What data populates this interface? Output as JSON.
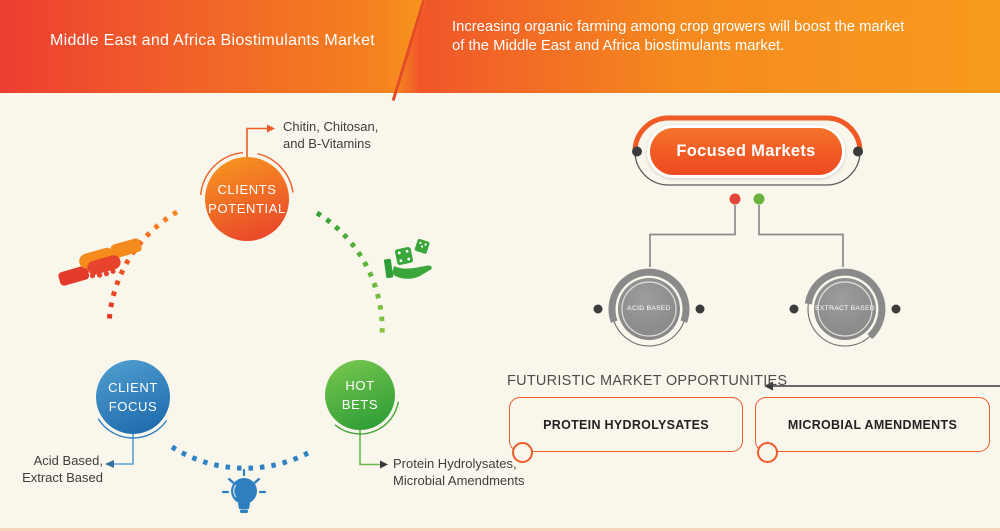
{
  "header": {
    "title": "Middle East and Africa Biostimulants Market",
    "subtitle": "Increasing organic farming among crop growers will boost the market of the Middle East and Africa biostimulants market."
  },
  "cycle": {
    "clients_potential": {
      "label": "CLIENTS\nPOTENTIAL",
      "callout": "Chitin, Chitosan,\nand B-Vitamins"
    },
    "client_focus": {
      "label": "CLIENT\nFOCUS",
      "callout": "Acid Based,\nExtract Based"
    },
    "hot_bets": {
      "label": "HOT\nBETS",
      "callout": "Protein Hydrolysates,\nMicrobial Amendments"
    },
    "icons": [
      {
        "name": "handshake-icon"
      },
      {
        "name": "hand-dice-icon"
      },
      {
        "name": "lightbulb-icon"
      }
    ]
  },
  "focused_markets": {
    "title": "Focused Markets",
    "nodes": [
      {
        "label": "ACID BASED"
      },
      {
        "label": "EXTRACT BASED"
      }
    ]
  },
  "opportunities": {
    "heading": "FUTURISTIC MARKET OPPORTUNITIES",
    "items": [
      {
        "label": "PROTEIN HYDROLYSATES"
      },
      {
        "label": "MICROBIAL AMENDMENTS"
      }
    ]
  },
  "colors": {
    "accent_orange": "#f15a29",
    "accent_red": "#e8402c",
    "accent_green": "#3fa33c",
    "accent_blue": "#2e7fc0",
    "background": "#f9f6eb"
  }
}
